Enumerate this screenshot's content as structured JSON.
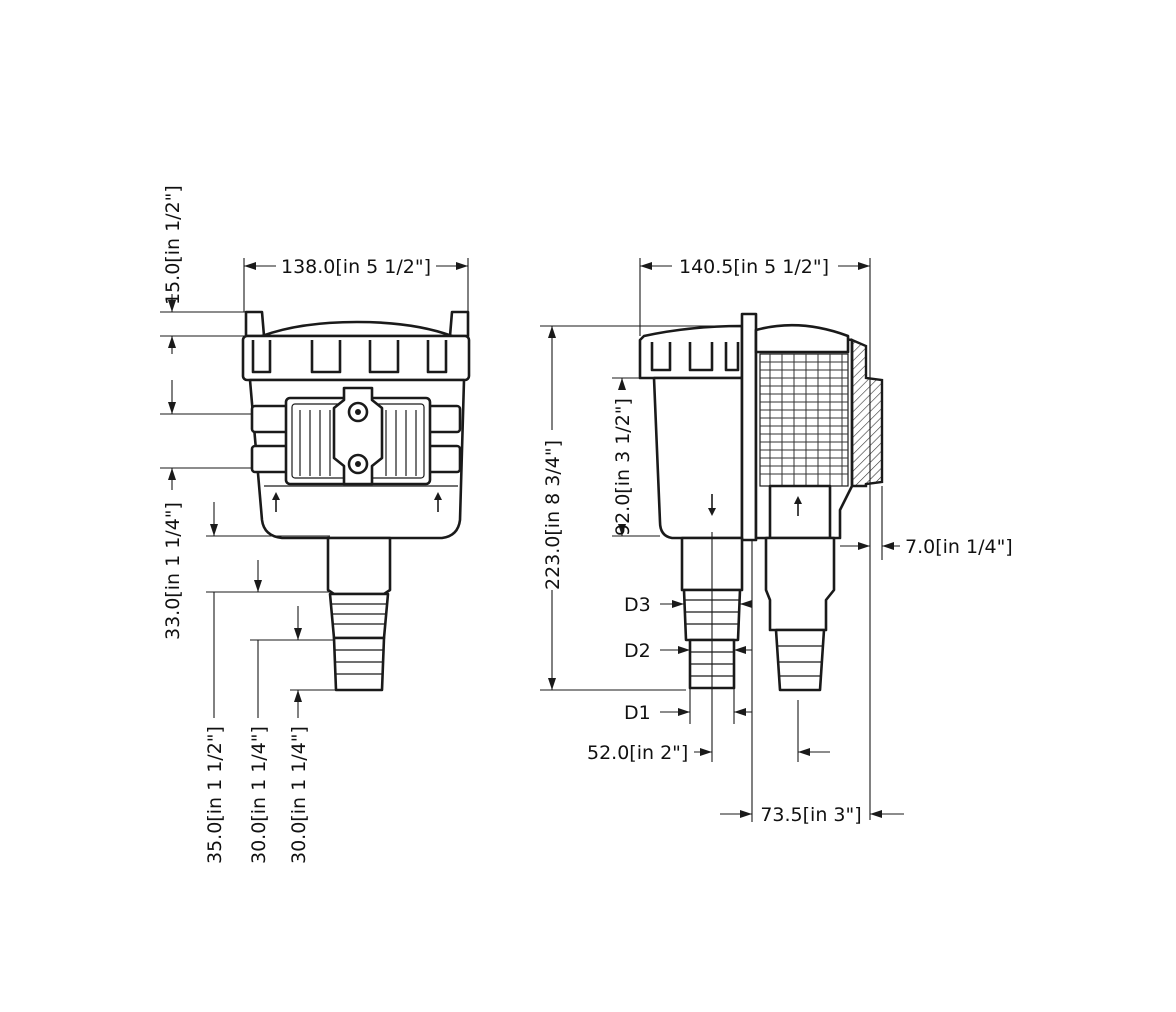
{
  "dimensions": {
    "front_width": "138.0[in 5 1/2\"]",
    "front_top": "15.0[in  1/2\"]",
    "front_outlet": "33.0[in 1 1/4\"]",
    "barb_d3": "35.0[in 1 1/2\"]",
    "barb_d2": "30.0[in 1 1/4\"]",
    "barb_d1": "30.0[in 1 1/4\"]",
    "side_width": "140.5[in 5 1/2\"]",
    "side_height": "223.0[in 8 3/4\"]",
    "side_bowl": "92.0[in 3 1/2\"]",
    "side_flange": "7.0[in  1/4\"]",
    "side_center": "52.0[in 2\"]",
    "side_offset": "73.5[in 3\"]"
  },
  "callouts": {
    "d3": "D3",
    "d2": "D2",
    "d1": "D1"
  },
  "colors": {
    "line": "#1a1a1a",
    "background": "#ffffff"
  }
}
